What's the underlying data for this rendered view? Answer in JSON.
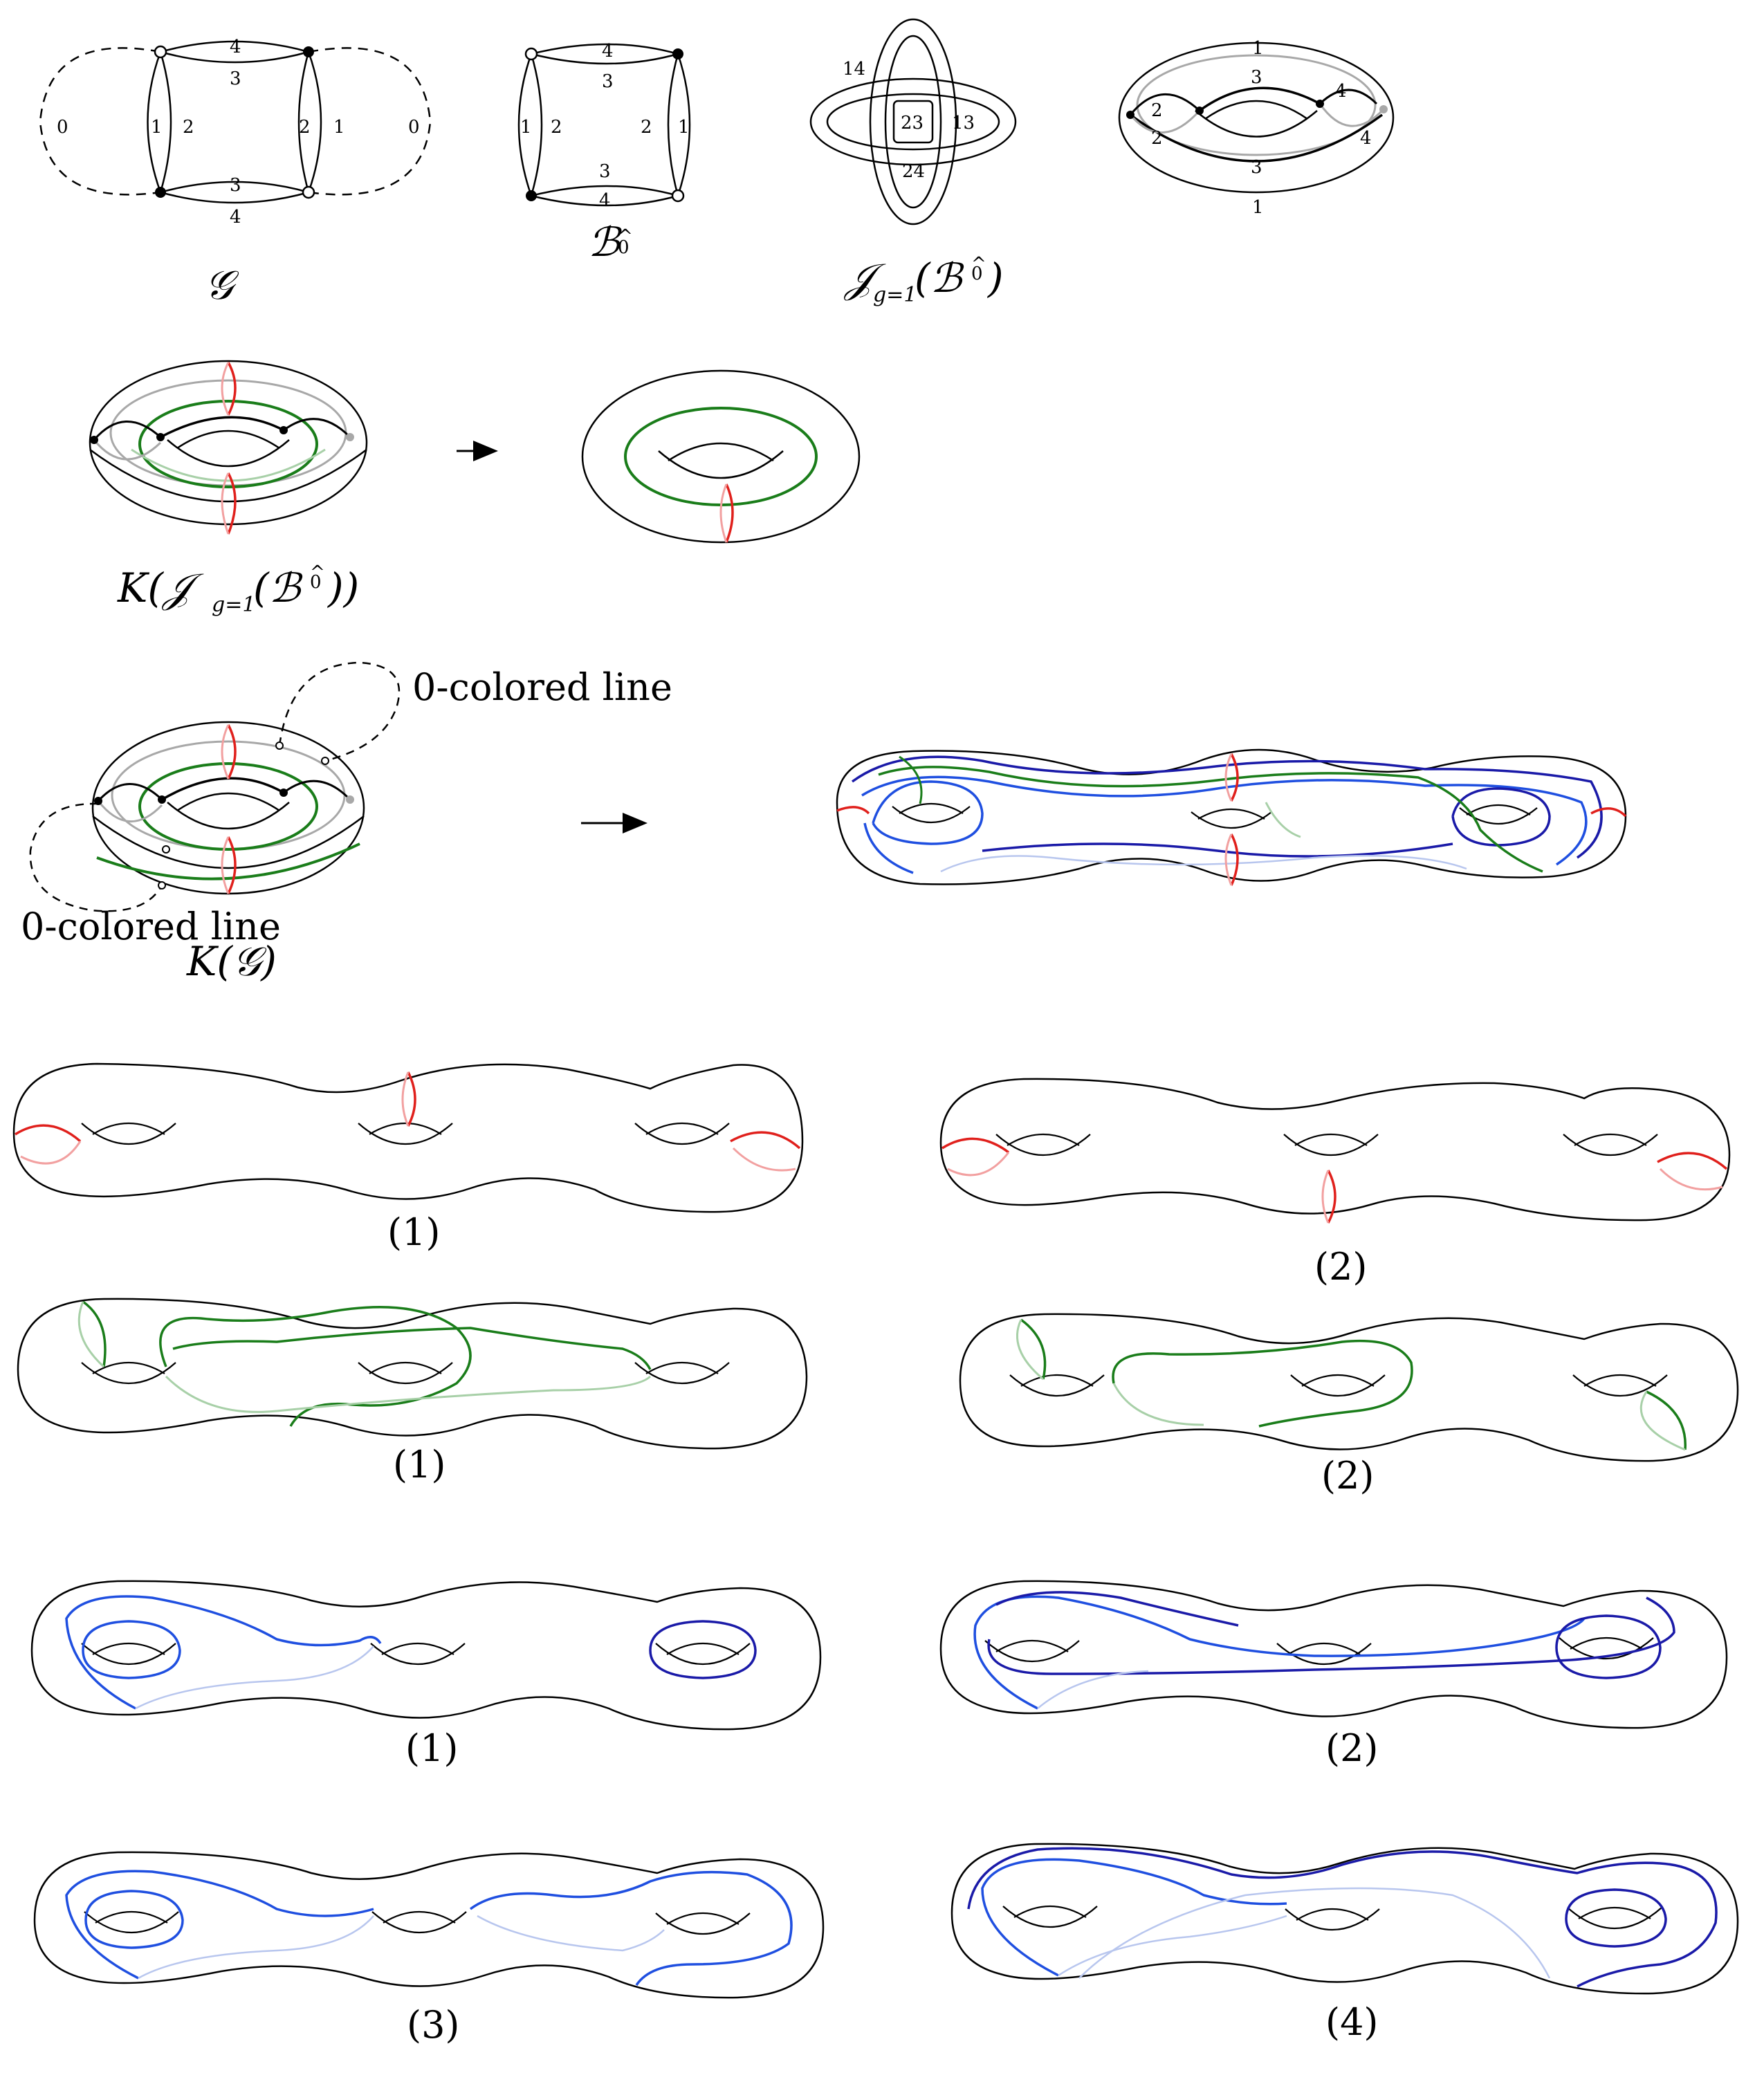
{
  "labels": {
    "G": "𝒢",
    "B0": "ℬ",
    "B0_sup": "0",
    "J": "𝒥",
    "J_sub": "g=1",
    "J_arg": "(ℬ",
    "J_arg_close": ")",
    "K_J": "K(𝒥",
    "K_J_sub": "g=1",
    "K_J_rest": "(ℬ",
    "K_J_close": "))",
    "K_G": "K(𝒢)",
    "zero_line_top": "0-colored line",
    "zero_line_bottom": "0-colored line",
    "hat": "^"
  },
  "graph_G": {
    "edge_labels": {
      "outer_left": "0",
      "outer_right": "0",
      "left_1": "1",
      "left_2": "2",
      "right_2": "2",
      "right_1": "1",
      "top_4": "4",
      "top_3": "3",
      "bottom_3": "3",
      "bottom_4": "4"
    }
  },
  "graph_B": {
    "edge_labels": {
      "left_1": "1",
      "left_2": "2",
      "right_2": "2",
      "right_1": "1",
      "top_4": "4",
      "top_3": "3",
      "bottom_3": "3",
      "bottom_4": "4"
    }
  },
  "jacket": {
    "labels": {
      "l14": "14",
      "l23": "23",
      "l13": "13",
      "l24": "24"
    }
  },
  "torus": {
    "labels": {
      "t1": "1",
      "t3": "3",
      "t4": "4",
      "t2a": "2",
      "t2b": "2",
      "t3b": "3",
      "t4b": "4",
      "t1b": "1"
    }
  },
  "captions": {
    "r1": "(1)",
    "r2": "(2)",
    "g1": "(1)",
    "g2": "(2)",
    "b1": "(1)",
    "b2": "(2)",
    "b3": "(3)",
    "b4": "(4)"
  },
  "colors": {
    "red": "#e0201c",
    "red_light": "#f2a0a0",
    "green": "#1a7d1a",
    "green_light": "#a8d0a8",
    "blue": "#1f4fe0",
    "blue_dark": "#1a1aa8",
    "blue_light": "#b8c6ee",
    "gray": "#a8a8a8"
  },
  "icons": {
    "arrow": "right-arrow-icon"
  }
}
